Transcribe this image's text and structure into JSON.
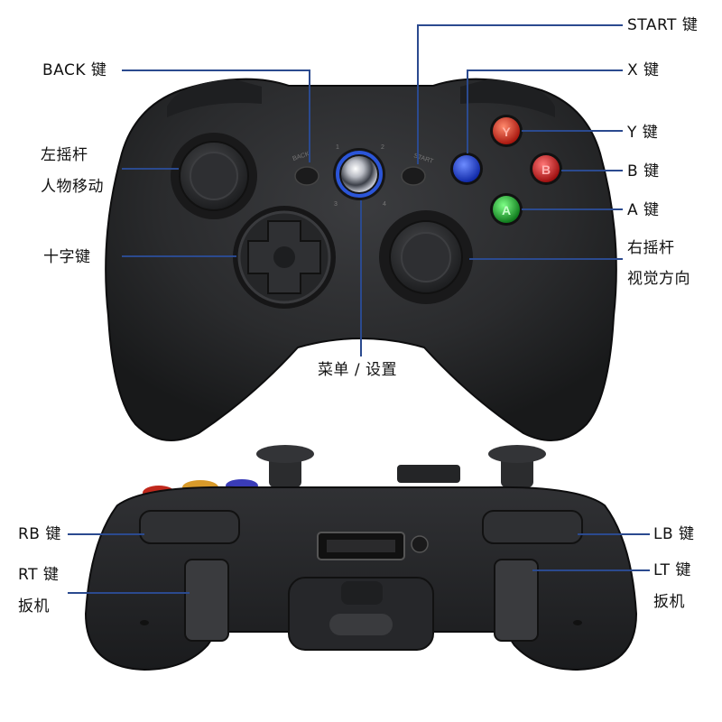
{
  "front_labels": {
    "back": "BACK 键",
    "start": "START 键",
    "x": "X 键",
    "y": "Y 键",
    "b": "B 键",
    "a": "A 键",
    "left_stick_1": "左摇杆",
    "left_stick_2": "人物移动",
    "right_stick_1": "右摇杆",
    "right_stick_2": "视觉方向",
    "dpad": "十字键",
    "guide": "菜单 / 设置"
  },
  "front_button_letters": {
    "y": "Y",
    "b": "B",
    "a": "A"
  },
  "bezel_labels": {
    "back": "BACK",
    "start": "START",
    "n1": "1",
    "n2": "2",
    "n3": "3",
    "n4": "4"
  },
  "back_labels": {
    "rb": "RB 键",
    "rt_1": "RT 键",
    "rt_2": "扳机",
    "lb": "LB 键",
    "lt_1": "LT 键",
    "lt_2": "扳机"
  },
  "colors": {
    "callout_line": "#2b4a8f",
    "controller_body": "#2a2b2d",
    "x_button": "#1d3fd6",
    "y_button": "#d62a1e",
    "b_button": "#d81f1f",
    "a_button": "#1faa2e",
    "guide_ring": "#2b55d8"
  }
}
